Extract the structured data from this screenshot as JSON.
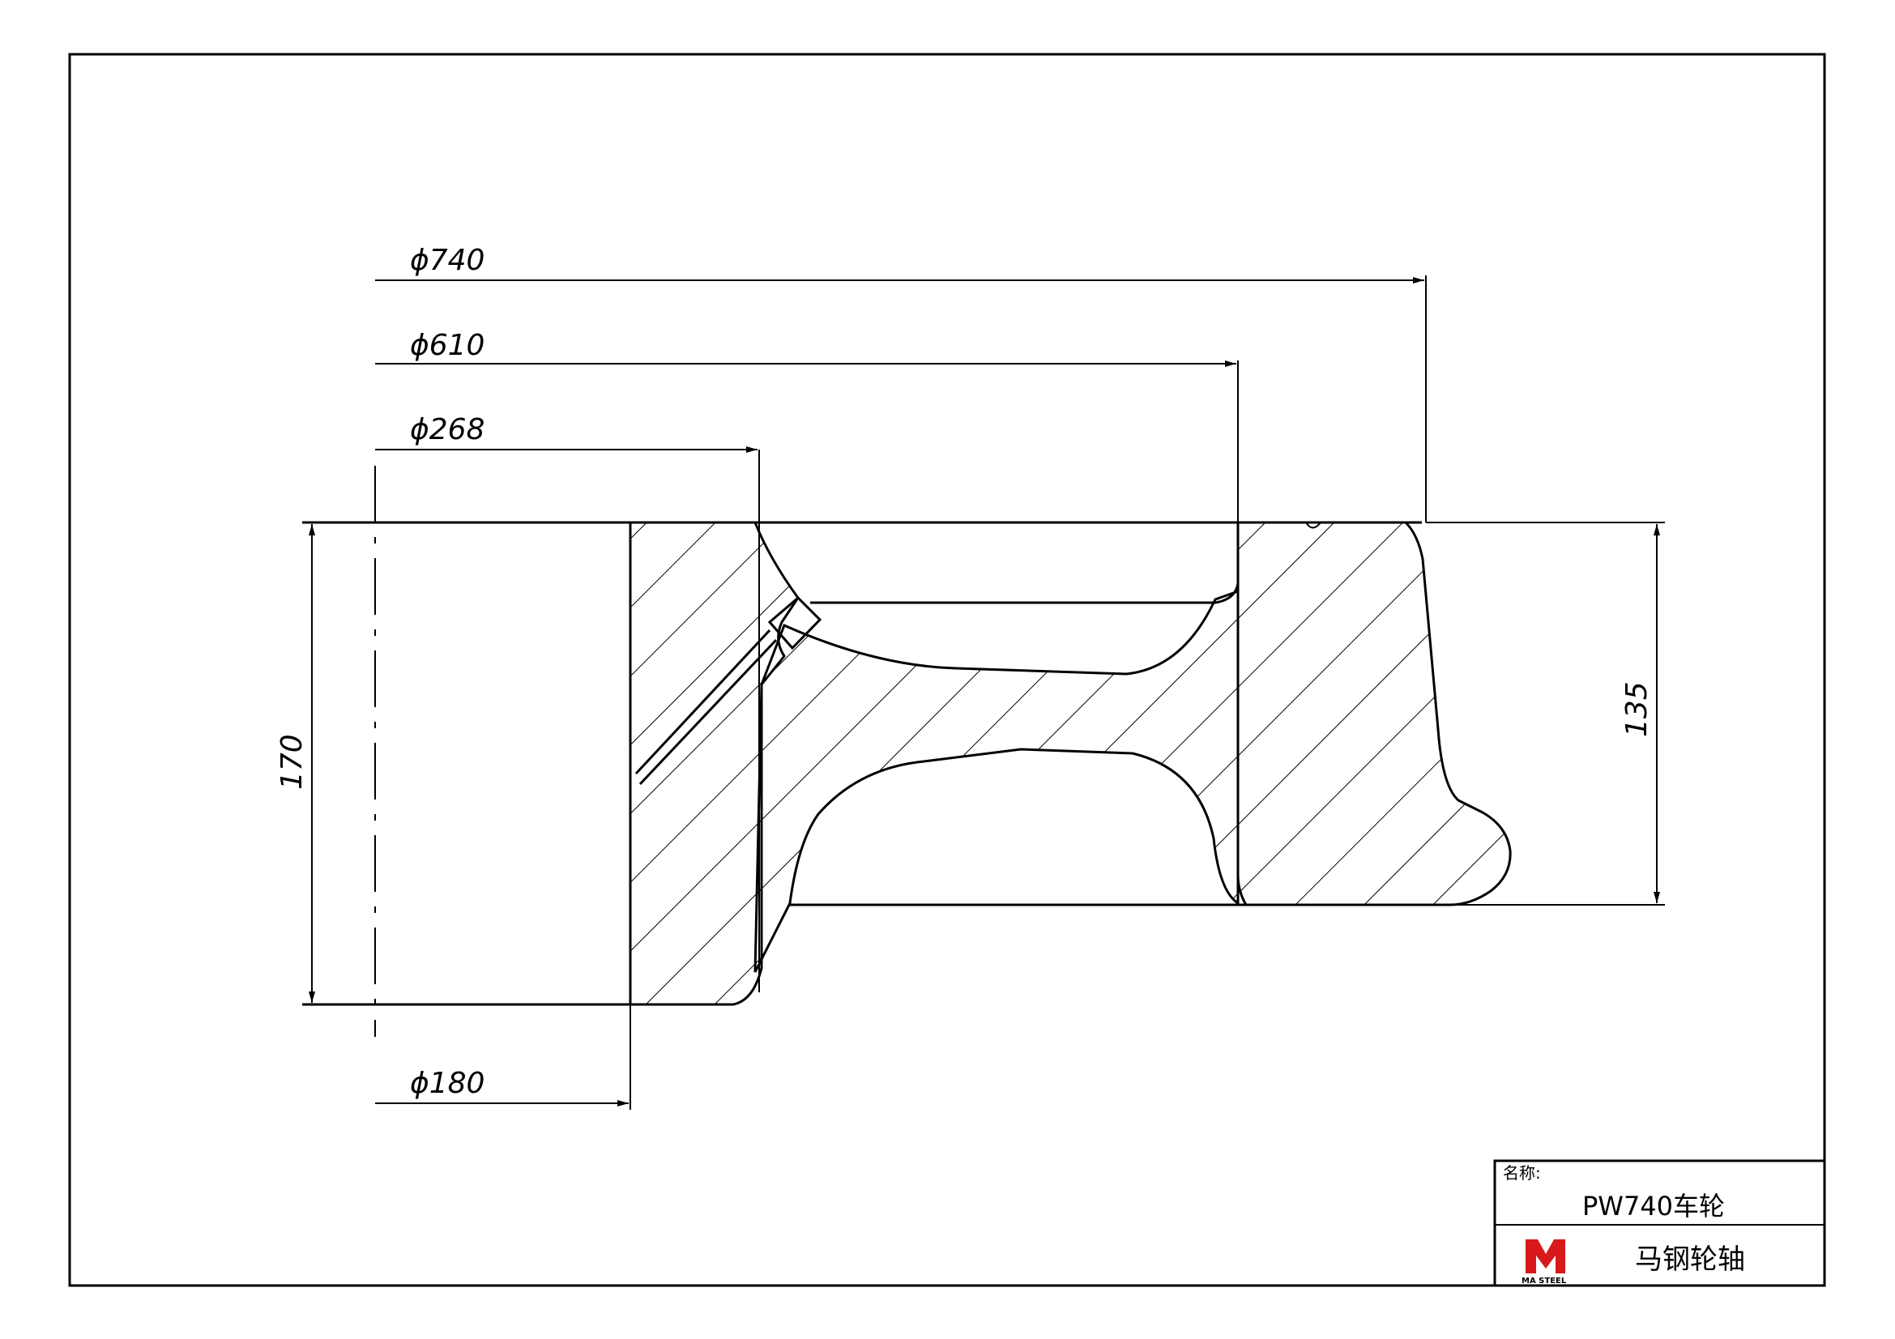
{
  "dimensions": {
    "d740": "ϕ740",
    "d610": "ϕ610",
    "d268": "ϕ268",
    "d180": "ϕ180",
    "h170": "170",
    "h135": "135"
  },
  "title_block": {
    "name_label": "名称:",
    "part_name": "PW740车轮",
    "company": "马钢轮轴",
    "logo_text": "MA STEEL"
  },
  "colors": {
    "line": "#000000",
    "logo": "#d7191c"
  }
}
